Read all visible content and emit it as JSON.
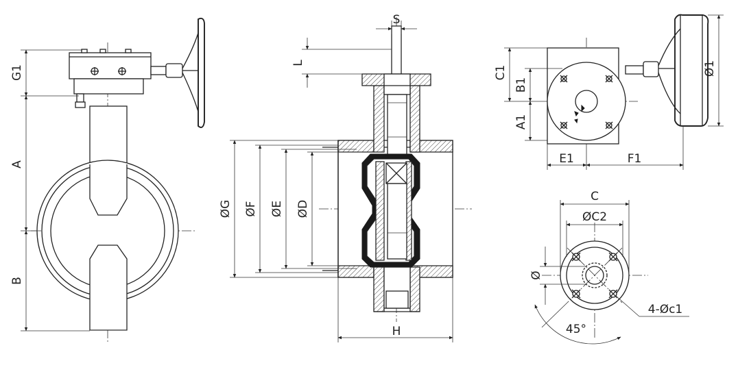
{
  "labels": {
    "S": "S",
    "L": "L",
    "G1": "G1",
    "A": "A",
    "B": "B",
    "phiG": "ØG",
    "phiF": "ØF",
    "phiE": "ØE",
    "phiD": "ØD",
    "H": "H",
    "C1": "C1",
    "B1": "B1",
    "A1": "A1",
    "E1": "E1",
    "F1": "F1",
    "phi1": "Ø1",
    "C": "C",
    "phiC2": "ØC2",
    "phi": "Ø",
    "bolt": "4-Øc1",
    "angle": "45°"
  }
}
